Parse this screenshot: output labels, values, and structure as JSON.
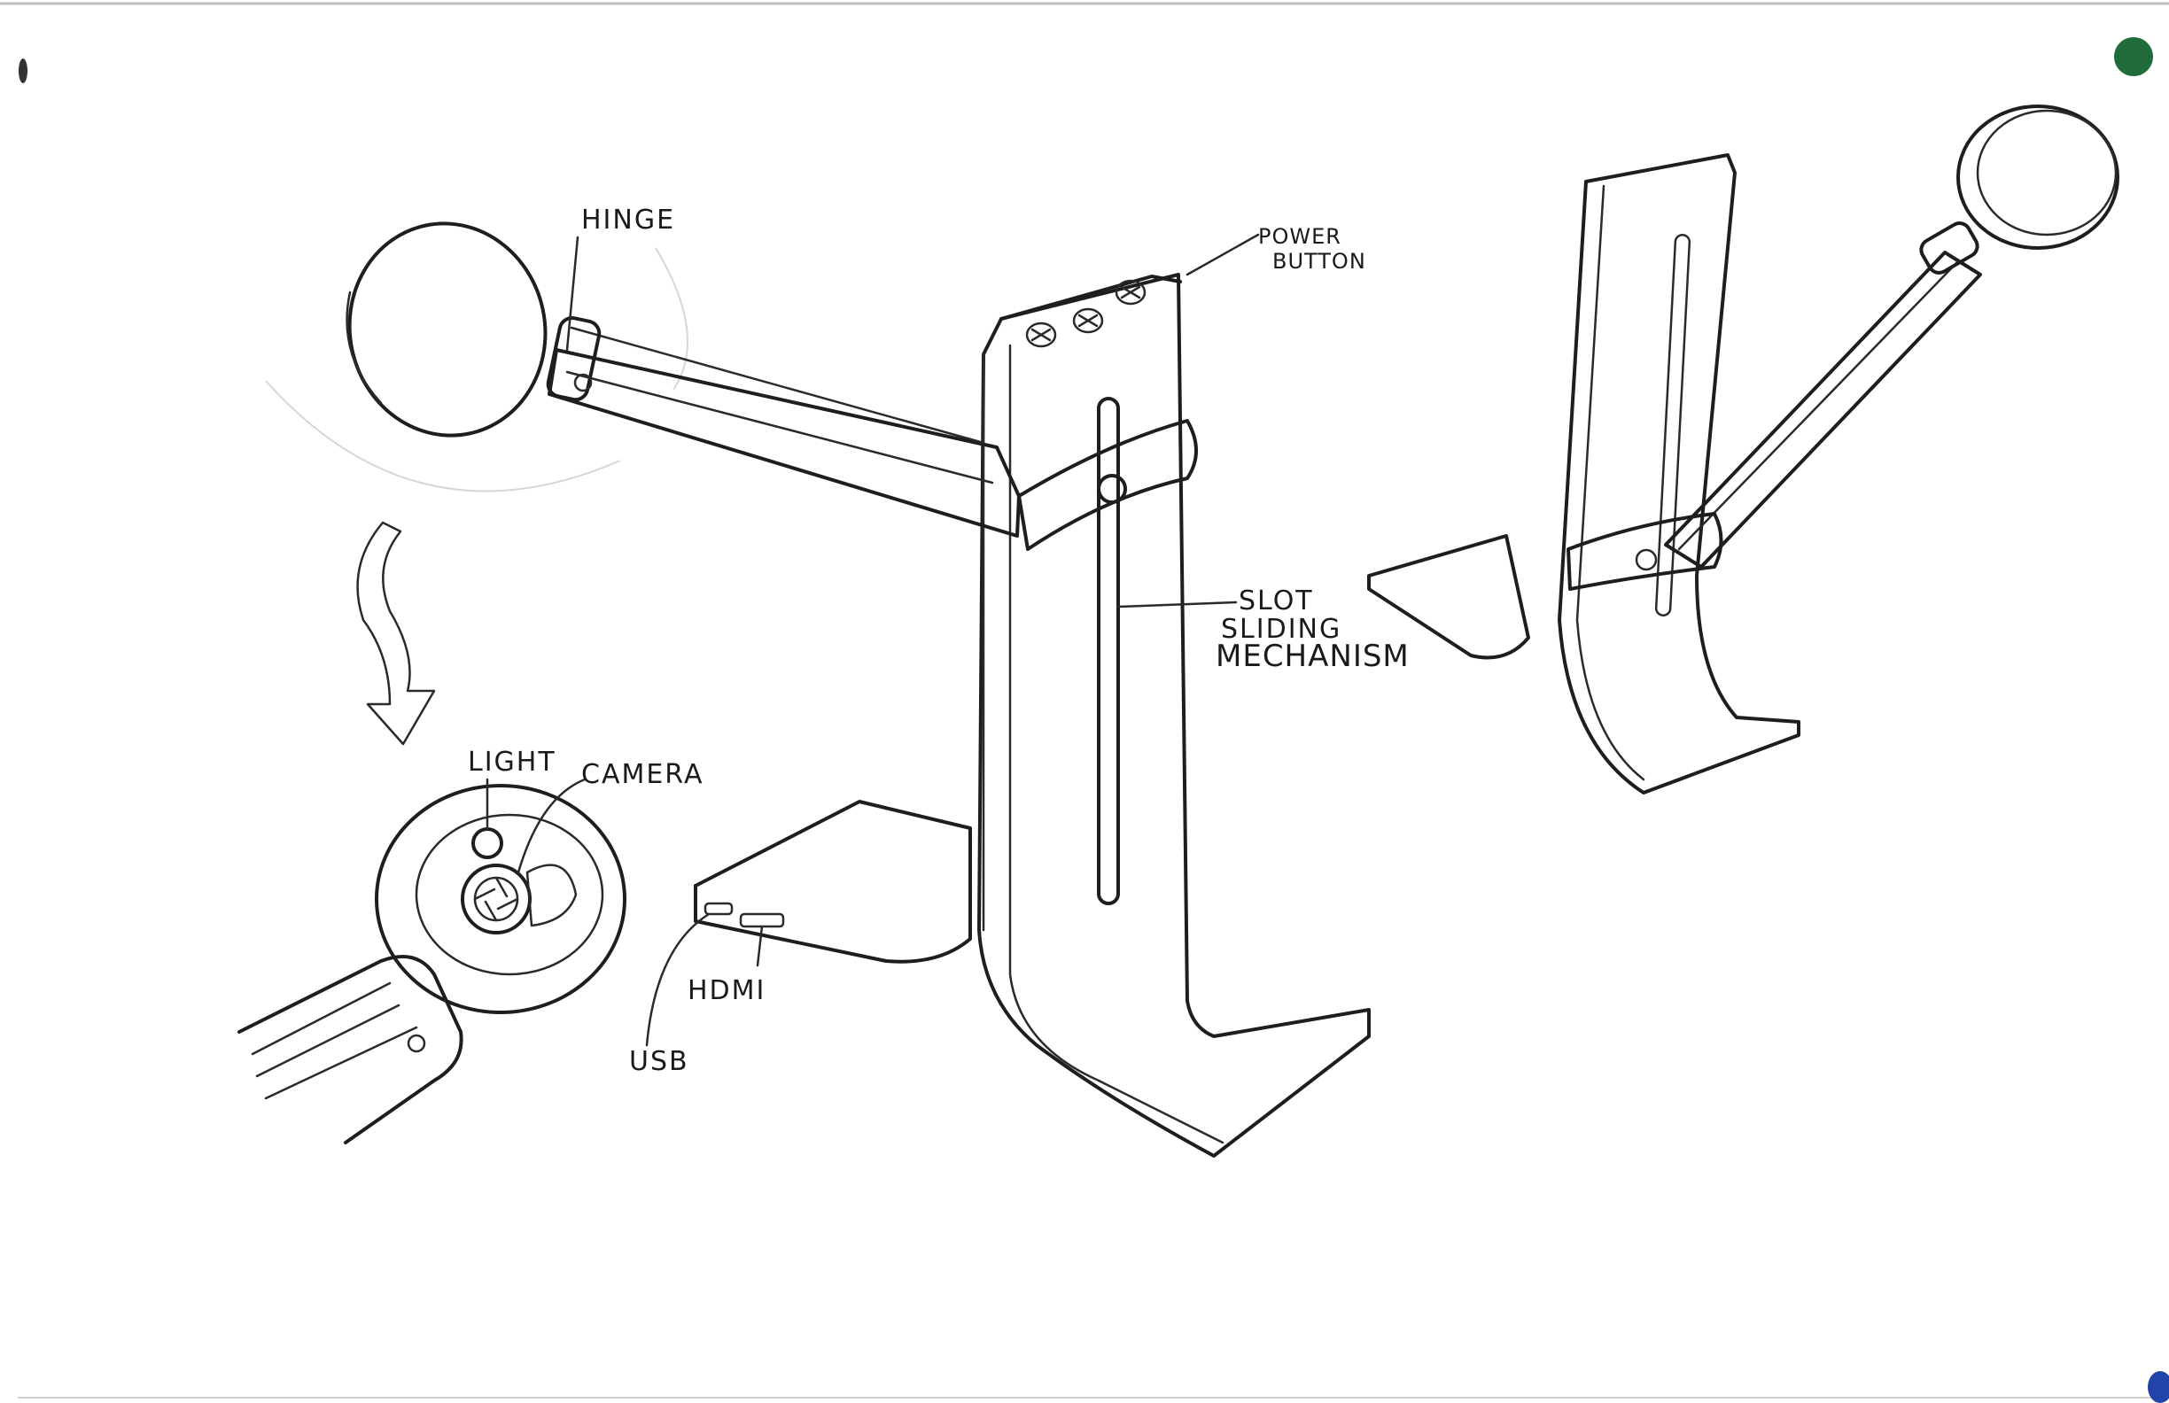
{
  "labels": {
    "hinge": "HINGE",
    "power_button_line1": "POWER",
    "power_button_line2": "BUTTON",
    "slot_line1": "SLOT",
    "slot_line2": "SLIDING",
    "slot_line3": "MECHANISM",
    "light": "LIGHT",
    "camera": "CAMERA",
    "hdmi": "HDMI",
    "usb": "USB"
  },
  "colors": {
    "ink": "#1e1e1e",
    "shade": "#9c9ca0",
    "shade_light": "#d9d9dc",
    "paper": "#ffffff",
    "pin_green": "#1f6b3a",
    "pin_blue": "#2244aa"
  }
}
